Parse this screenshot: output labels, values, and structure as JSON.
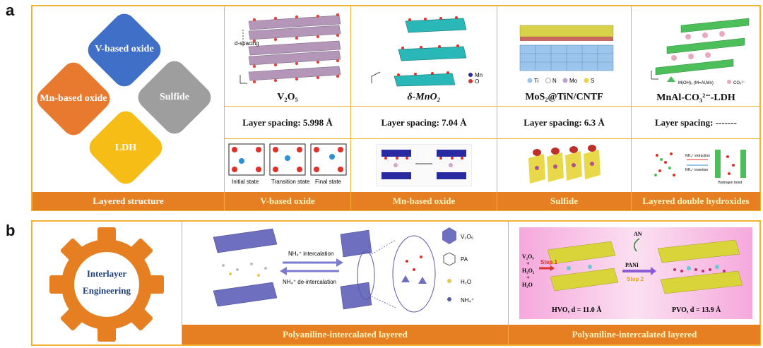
{
  "panels": {
    "a": "a",
    "b": "b"
  },
  "panel_a": {
    "categories": {
      "v_oxide": "V-based oxide",
      "mn_oxide": "Mn-based oxide",
      "sulfide": "Sulfide",
      "ldh": "LDH"
    },
    "columns": [
      {
        "title": "V₂O₅",
        "spacing": "Layer spacing: 5.998 Å",
        "footer": "V-based oxide"
      },
      {
        "title": "δ-MnO₂",
        "spacing": "Layer spacing: 7.04 Å",
        "footer": "Mn-based oxide"
      },
      {
        "title": "MoS₂@TiN/CNTF",
        "spacing": "Layer spacing: 6.3 Å",
        "footer": "Sulfide"
      },
      {
        "title": "MnAl-CO₃²⁻-LDH",
        "spacing": "Layer spacing: -------",
        "footer": "Layered double hydroxides"
      }
    ],
    "left_footer": "Layered structure",
    "v2o5_label": "d-spacing",
    "states": [
      "Initial state",
      "Transition state",
      "Final state"
    ],
    "mno2_legend": [
      "Mn",
      "O"
    ],
    "mos2_legend": [
      "Ti",
      "N",
      "Mo",
      "S"
    ],
    "ldh_legend": [
      "M(OH)₂ (M=Al,Mn)",
      "CO₃²⁻"
    ],
    "ldh_extraction": "NH₄⁺ extraction",
    "ldh_insertion": "NH₄⁺ insertion",
    "ldh_hbond": "Hydrogen bond"
  },
  "panel_b": {
    "gear_text_1": "Interlayer",
    "gear_text_2": "Engineering",
    "intercalation": "NH₄⁺ intercalation",
    "deintercalation": "NH₄⁺ de-intercalation",
    "legend": [
      "V₂O₅",
      "PA",
      "H₂O",
      "NH₄⁺"
    ],
    "footer_mid": "Polyaniline-intercalated layered",
    "footer_right": "Polyaniline-intercalated layered",
    "reactants": [
      "V₂O₅",
      "+",
      "H₂O₂",
      "+",
      "H₂O"
    ],
    "step1": "Step 1",
    "step2": "Step 2",
    "an": "AN",
    "pani": "PANI",
    "hvo": "HVO, d = 11.0 Å",
    "pvo": "PVO, d = 13.9 Å"
  },
  "colors": {
    "border": "#f2b233",
    "footer": "#e67e22",
    "v_oxide": "#3f6fc6",
    "mn_oxide": "#e77a2e",
    "sulfide": "#9e9e9e",
    "ldh": "#f6bd16"
  }
}
